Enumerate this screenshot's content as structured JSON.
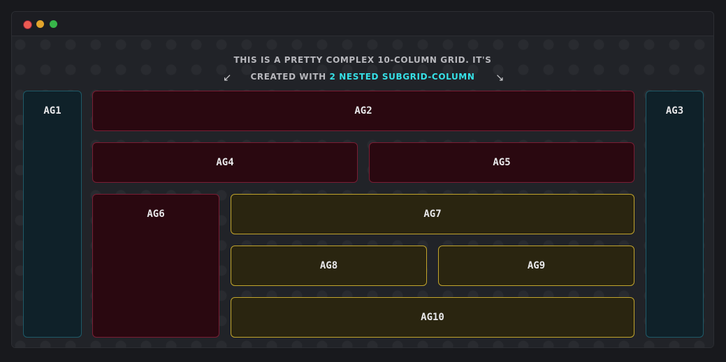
{
  "caption": {
    "line1": "This is a pretty complex 10-column grid. It's",
    "line2_prefix": "created with",
    "line2_highlight": "2 nested subgrid-column"
  },
  "arrows": {
    "left": "↙",
    "right": "↘"
  },
  "areas": {
    "ag1": "AG1",
    "ag2": "AG2",
    "ag3": "AG3",
    "ag4": "AG4",
    "ag5": "AG5",
    "ag6": "AG6",
    "ag7": "AG7",
    "ag8": "AG8",
    "ag9": "AG9",
    "ag10": "AG10"
  },
  "colors": {
    "teal_area": "#0f2129",
    "red_area": "#2a0810",
    "gold_area": "#2a2510",
    "highlight": "#36e0e6"
  }
}
